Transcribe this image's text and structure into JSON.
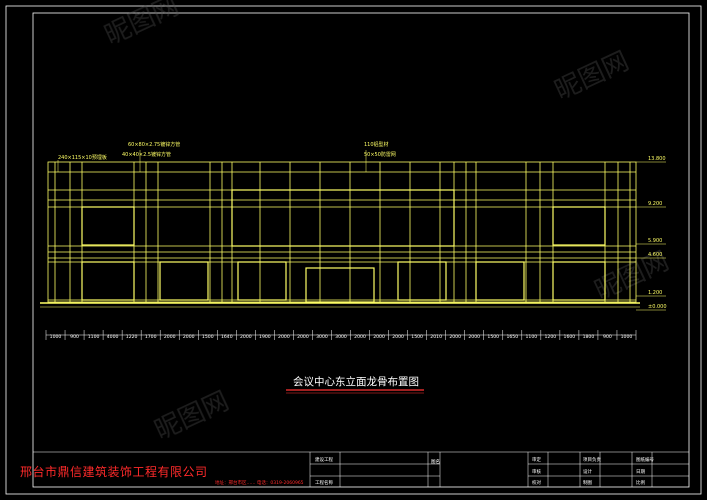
{
  "drawing": {
    "title": "会议中心东立面龙骨布置图",
    "callouts": [
      "240×115×10预埋板",
      "60×80×2.75镀锌方管",
      "40×40×2.5镀锌方管",
      "110铝型材",
      "50×50防雷网"
    ],
    "elevations": [
      "13.800",
      "9.200",
      "5.900",
      "4.600",
      "1.200",
      "±0.000"
    ],
    "dimensions": [
      "1000",
      "900",
      "1100",
      "4000",
      "1220",
      "1700",
      "2000",
      "2000",
      "1500",
      "1640",
      "2000",
      "1900",
      "2000",
      "2000",
      "3000",
      "3000",
      "2000",
      "2000",
      "2000",
      "1500",
      "2010",
      "2000",
      "2000",
      "1500",
      "1650",
      "1100",
      "1200",
      "1600",
      "1800",
      "900",
      "1000"
    ],
    "watermark": "昵图网"
  },
  "title_block": {
    "company": "邢台市鼎信建筑装饰工程有限公司",
    "address": "地址：邢台市区…… 电话：0319-2060965",
    "project_label": "建设工程",
    "drawing_label": "工程名称",
    "sheet_label": "图名",
    "right_cells": [
      "审定",
      "项目负责",
      "图纸编号",
      "审核",
      "设计",
      "日期",
      "校对",
      "制图",
      "比例"
    ]
  },
  "colors": {
    "line": "#ffff66",
    "frame": "#ffffff",
    "company": "#ff2a2a",
    "title_underline": "#ff3333"
  }
}
